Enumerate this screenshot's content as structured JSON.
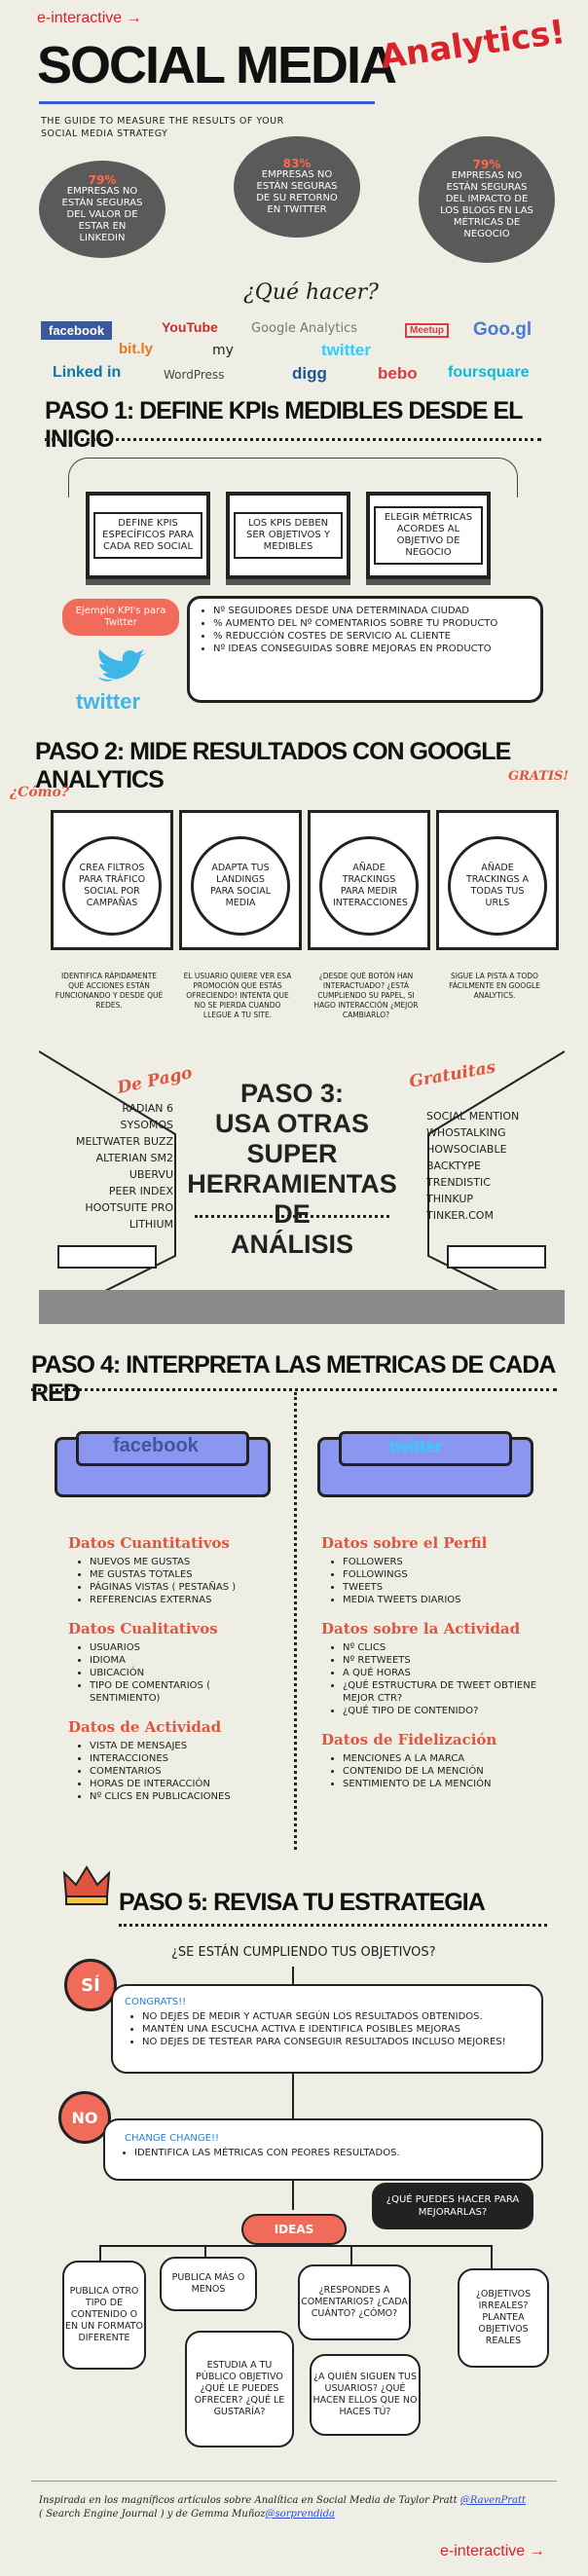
{
  "brand": "e-interactive",
  "header": {
    "title": "SOCIAL MEDIA",
    "title_accent": "Analytics!",
    "subtitle_line1": "THE GUIDE TO MEASURE THE RESULTS OF YOUR",
    "subtitle_line2": "SOCIAL MEDIA STRATEGY"
  },
  "bubbles": [
    {
      "pct": "79%",
      "text": "EMPRESAS NO ESTÁN SEGURAS DEL VALOR DE ESTAR EN LINKEDIN"
    },
    {
      "pct": "83%",
      "text": "EMPRESAS NO ESTÁN SEGURAS DE SU RETORNO EN TWITTER"
    },
    {
      "pct": "79%",
      "text": "EMPRESAS NO ESTÁN SEGURAS DEL IMPACTO DE LOS BLOGS EN LAS MÉTRICAS DE NEGOCIO"
    }
  ],
  "que_hacer": "¿Qué hacer?",
  "logos": [
    "facebook",
    "YouTube",
    "Google Analytics",
    "Meetup",
    "Goo.gl",
    "bit.ly",
    "my",
    "twitter",
    "Linked in",
    "WordPress",
    "digg",
    "bebo",
    "foursquare"
  ],
  "paso1": {
    "title": "PASO 1: DEFINE KPIs MEDIBLES DESDE EL INICIO",
    "tv1": "DEFINE KPIS ESPECÍFICOS PARA CADA RED SOCIAL",
    "tv2": "LOS KPIS DEBEN SER OBJETIVOS Y MEDIBLES",
    "tv3": "ELEGIR MÉTRICAS ACORDES AL OBJETIVO DE NEGOCIO",
    "pill": "Ejemplo KPI's para Twitter",
    "twitter": "twitter",
    "kpis": [
      "Nº SEGUIDORES DESDE UNA DETERMINADA CIUDAD",
      "% AUMENTO DEL Nº COMENTARIOS SOBRE TU PRODUCTO",
      "% REDUCCIÓN COSTES DE SERVICIO AL CLIENTE",
      "Nº IDEAS CONSEGUIDAS SOBRE MEJORAS EN PRODUCTO"
    ]
  },
  "paso2": {
    "title": "PASO 2: MIDE RESULTADOS CON GOOGLE ANALYTICS",
    "gratis": "GRATIS!",
    "como": "¿Cómo?",
    "machines": [
      {
        "text": "CREA FILTROS PARA TRÁFICO SOCIAL POR CAMPAÑAS",
        "note": "IDENTIFICA RÁPIDAMENTE QUÉ ACCIONES ESTÁN FUNCIONANDO Y DESDE QUÉ REDES."
      },
      {
        "text": "ADAPTA TUS LANDINGS PARA SOCIAL MEDIA",
        "note": "EL USUARIO QUIERE VER ESA PROMOCIÓN QUE ESTÁS OFRECIENDO! INTENTA QUE NO SE PIERDA CUANDO LLEGUE A TU SITE."
      },
      {
        "text": "AÑADE TRACKINGS PARA MEDIR INTERACCIONES",
        "note": "¿DESDE QUÉ BOTÓN HAN INTERACTUADO? ¿ESTÁ CUMPLIENDO SU PAPEL, SI HAGO INTERACCIÓN ¿MEJOR CAMBIARLO?"
      },
      {
        "text": "AÑADE TRACKINGS A TODAS TUS URLS",
        "note": "SIGUE LA PISTA A TODO FÁCILMENTE EN GOOGLE ANALYTICS."
      }
    ]
  },
  "paso3": {
    "title_l1": "PASO 3:",
    "title_l2": "USA OTRAS SUPER",
    "title_l3": "HERRAMIENTAS DE",
    "title_l4": "ANÁLISIS",
    "de_pago": "De Pago",
    "gratuitas": "Gratuitas",
    "pago_tools": [
      "RADIAN 6",
      "SYSOMOS",
      "MELTWATER BUZZ",
      "ALTERIAN SM2",
      "UBERVU",
      "PEER INDEX",
      "HOOTSUITE PRO",
      "LITHIUM"
    ],
    "free_tools": [
      "SOCIAL MENTION",
      "WHOSTALKING",
      "HOWSOCIABLE",
      "BACKTYPE",
      "TRENDISTIC",
      "THINKUP",
      "TINKER.COM"
    ]
  },
  "paso4": {
    "title": "PASO 4: INTERPRETA LAS METRICAS DE CADA RED",
    "facebook": "facebook",
    "twitter": "twitter",
    "fb_sections": [
      {
        "title": "Datos Cuantitativos",
        "items": [
          "NUEVOS ME GUSTAS",
          "ME GUSTAS TOTALES",
          "PÁGINAS VISTAS ( PESTAÑAS )",
          "REFERENCIAS EXTERNAS"
        ]
      },
      {
        "title": "Datos Cualitativos",
        "items": [
          "USUARIOS",
          "IDIOMA",
          "UBICACIÓN",
          "TIPO DE COMENTARIOS ( SENTIMIENTO)"
        ]
      },
      {
        "title": "Datos de Actividad",
        "items": [
          "VISTA DE MENSAJES",
          "INTERACCIONES",
          "COMENTARIOS",
          "HORAS DE INTERACCIÓN",
          "Nº CLICS EN PUBLICACIONES"
        ]
      }
    ],
    "tw_sections": [
      {
        "title": "Datos sobre el Perfil",
        "items": [
          "FOLLOWERS",
          "FOLLOWINGS",
          "TWEETS",
          "MEDIA TWEETS DIARIOS"
        ]
      },
      {
        "title": "Datos sobre la Actividad",
        "items": [
          "Nº CLICS",
          "Nº RETWEETS",
          "A QUÉ HORAS",
          "¿QUÉ ESTRUCTURA DE TWEET OBTIENE MEJOR CTR?",
          "¿QUÉ TIPO DE CONTENIDO?"
        ]
      },
      {
        "title": "Datos de Fidelización",
        "items": [
          "MENCIONES A LA MARCA",
          "CONTENIDO DE LA MENCIÓN",
          "SENTIMIENTO DE LA MENCIÓN"
        ]
      }
    ]
  },
  "paso5": {
    "title": "PASO 5: REVISA TU ESTRATEGIA",
    "question": "¿SE ESTÁN CUMPLIENDO TUS OBJETIVOS?",
    "si": "SÍ",
    "no": "NO",
    "congrats": "CONGRATS!!",
    "si_items": [
      "NO DEJES DE MEDIR Y ACTUAR SEGÚN LOS RESULTADOS OBTENIDOS.",
      "MANTÉN UNA ESCUCHA ACTIVA E IDENTIFICA POSIBLES MEJORAS",
      "NO DEJES DE TESTEAR PARA CONSEGUIR RESULTADOS INCLUSO MEJORES!"
    ],
    "change": "CHANGE CHANGE!!",
    "no_items": [
      "IDENTIFICA LAS MÉTRICAS CON PEORES RESULTADOS."
    ],
    "mejorar": "¿QUÉ PUEDES HACER PARA MEJORARLAS?",
    "ideas": "IDEAS",
    "idea1": "PUBLICA OTRO TIPO DE CONTENIDO O EN UN FORMATO DIFERENTE",
    "idea2": "PUBLICA MÁS O MENOS",
    "idea3": "ESTUDIA A TU PÚBLICO OBJETIVO ¿QUÉ LE PUEDES OFRECER? ¿QUÉ LE GUSTARÍA?",
    "idea4": "¿RESPONDES A COMENTARIOS? ¿CADA CUÁNTO? ¿CÓMO?",
    "idea5": "¿A QUIÉN SIGUEN TUS USUARIOS? ¿QUÉ HACEN ELLOS QUE NO HACES TÚ?",
    "idea6": "¿OBJETIVOS IRREALES? PLANTEA OBJETIVOS REALES"
  },
  "footer": {
    "line1_a": "Inspirada en los magníficos artículos sobre Analítica en Social Media de Taylor Pratt ",
    "link1": "@RavenPratt",
    "line2_a": "( Search Engine Journal ) y de Gemma Muñoz",
    "link2": "@sorprendida",
    "brand": "e-interactive"
  },
  "colors": {
    "accent": "#d8232a",
    "coral": "#f16b5b",
    "sofa": "#8a96f0",
    "dark": "#5a5a5a"
  }
}
